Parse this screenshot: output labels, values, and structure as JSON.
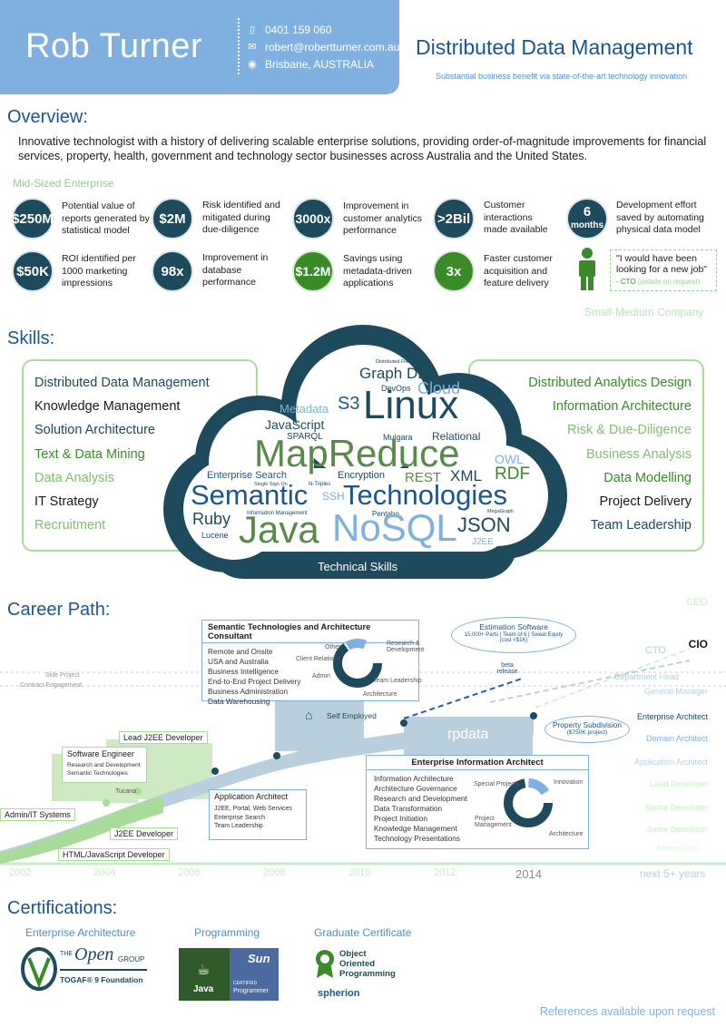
{
  "header": {
    "name": "Rob Turner",
    "phone": "0401 159 060",
    "email": "robert@robertturner.com.au",
    "location": "Brisbane, AUSTRALIA",
    "role": "Distributed Data Management",
    "tagline": "Substantial business benefit via state-of-the-art technology innovation"
  },
  "overview": {
    "title": "Overview:",
    "text": "Innovative technologist with a history of delivering scalable enterprise solutions, providing order-of-magnitude improvements for financial services, property, health, government and technology sector businesses across Australia and the United States.",
    "mid_label": "Mid-Sized Enterprise",
    "small_label": "Small-Medium Company",
    "stats_row1": [
      {
        "badge": "$250M",
        "text": "Potential value of reports generated by statistical model"
      },
      {
        "badge": "$2M",
        "text": "Risk identified and mitigated during due-diligence"
      },
      {
        "badge": "3000x",
        "text": "Improvement in customer analytics performance"
      },
      {
        "badge": ">2Bil",
        "text": "Customer interactions made available"
      },
      {
        "badge_top": "6",
        "badge_bottom": "months",
        "text": "Development effort saved by automating physical data model"
      }
    ],
    "stats_row2": [
      {
        "badge": "$50K",
        "text": "ROI identified per 1000 marketing impressions"
      },
      {
        "badge": "98x",
        "text": "Improvement in database performance"
      },
      {
        "badge": "$1.2M",
        "text": "Savings using metadata-driven applications"
      },
      {
        "badge": "3x",
        "text": "Faster customer acquisition and feature delivery"
      }
    ],
    "quote": "\"I would have been looking for a new job\"",
    "quote_sig": "- CTO",
    "quote_note": "(details on request)"
  },
  "skills": {
    "title": "Skills:",
    "left": [
      "Distributed Data Management",
      "Knowledge Management",
      "Solution Architecture",
      "Text & Data Mining",
      "Data Analysis",
      "IT Strategy",
      "Recruitment"
    ],
    "right": [
      "Distributed Analytics Design",
      "Information Architecture",
      "Risk & Due-Diligence",
      "Business Analysis",
      "Data Modelling",
      "Project Delivery",
      "Team Leadership"
    ],
    "cloud_caption": "Technical Skills",
    "cloud_words": {
      "linux": "Linux",
      "mapreduce": "MapReduce",
      "semantic": "Semantic",
      "technologies": "Technologies",
      "java": "Java",
      "nosql": "NoSQL",
      "graphdb": "Graph DB",
      "cloud": "Cloud",
      "s3": "S3",
      "metadata": "Metadata",
      "javascript": "JavaScript",
      "sparql": "SPARQL",
      "relational": "Relational",
      "devops": "DevOps",
      "distfs": "Distributed Filesystem",
      "mulgara": "Mulgara",
      "owl": "OWL",
      "rdf": "RDF",
      "xml": "XML",
      "rest": "REST",
      "encryption": "Encryption",
      "entsearch": "Enterprise Search",
      "sso": "Single Sign On",
      "ntriples": "N-Triples",
      "ssh": "SSH",
      "ruby": "Ruby",
      "infomgmt": "Information Management",
      "pentaho": "Pentaho",
      "json": "JSON",
      "j2ee": "J2EE",
      "lucene": "Lucene",
      "megatrgraph": "MegaGraph"
    }
  },
  "career": {
    "title": "Career Path:",
    "consultant": {
      "title": "Semantic Technologies and Architecture Consultant",
      "items": [
        "Remote and Onsite",
        "USA and Australia",
        "Business Intelligence",
        "End-to-End Project Delivery",
        "Business Administration",
        "Data Warehousing"
      ],
      "ring": [
        "Research & Development",
        "Team Leadership",
        "Architecture",
        "Admin",
        "Client Relations",
        "Other"
      ]
    },
    "eia": {
      "title": "Enterprise Information Architect",
      "items": [
        "Information Architecture",
        "Architecture Governance",
        "Research and Development",
        "Data Transformation",
        "Project Initiation",
        "Knowledge Management",
        "Technology Presentations"
      ],
      "ring": [
        "Special Projects",
        "Innovation",
        "Project Management",
        "Architecture"
      ]
    },
    "appArch": {
      "title": "Application Architect",
      "items": [
        "J2EE, Portal, Web Services",
        "Enterprise Search",
        "Team Leadership"
      ]
    },
    "swEng": {
      "title": "Software Engineer",
      "items": [
        "Research and Development",
        "Semantic Technologies"
      ]
    },
    "labels": {
      "leadj2ee": "Lead J2EE Developer",
      "j2eedev": "J2EE Developer",
      "html": "HTML/JavaScript Developer",
      "admin": "Admin/IT Systems",
      "tucana": "Tucana",
      "selfemp": "Self Employed",
      "rpdata": "rpdata",
      "beta": "beta release",
      "side": "Side Project",
      "contract": "Contract Engagement"
    },
    "estimation": {
      "title": "Estimation Software",
      "detail": "15,000+ Parts | Team of 6 | Sweat Equity (cost <$1K)"
    },
    "property": {
      "title": "Property Subdivision",
      "detail": "($750K project)"
    },
    "ladder": [
      "CEO",
      "CTO",
      "CIO",
      "Department Head",
      "General Manager",
      "Enterprise Architect",
      "Domain Architect",
      "Application Architect",
      "Lead Developer",
      "Senior Developer",
      "Junior Developer",
      "Admin/Tech"
    ],
    "years": [
      "2002",
      "2004",
      "2006",
      "2008",
      "2010",
      "2012",
      "2014"
    ],
    "next": "next 5+ years"
  },
  "certifications": {
    "title": "Certifications:",
    "groups": [
      {
        "heading": "Enterprise Architecture",
        "org_line1": "THE",
        "org_line2": "Open",
        "org_line3": "GROUP",
        "cert": "TOGAF® 9 Foundation"
      },
      {
        "heading": "Programming",
        "brand": "Sun",
        "sub": "CERTIFIED",
        "cert": "Programmer",
        "logo": "Java"
      },
      {
        "heading": "Graduate Certificate",
        "cert_line1": "Object",
        "cert_line2": "Oriented",
        "cert_line3": "Programming",
        "issuer": "spherion"
      }
    ],
    "references": "References available upon request"
  },
  "colors": {
    "header_blue": "#7fb0e0",
    "title_blue": "#1c5591",
    "navy": "#1d4a5c",
    "green": "#3a8a2a",
    "light_green": "#a8dc98"
  }
}
